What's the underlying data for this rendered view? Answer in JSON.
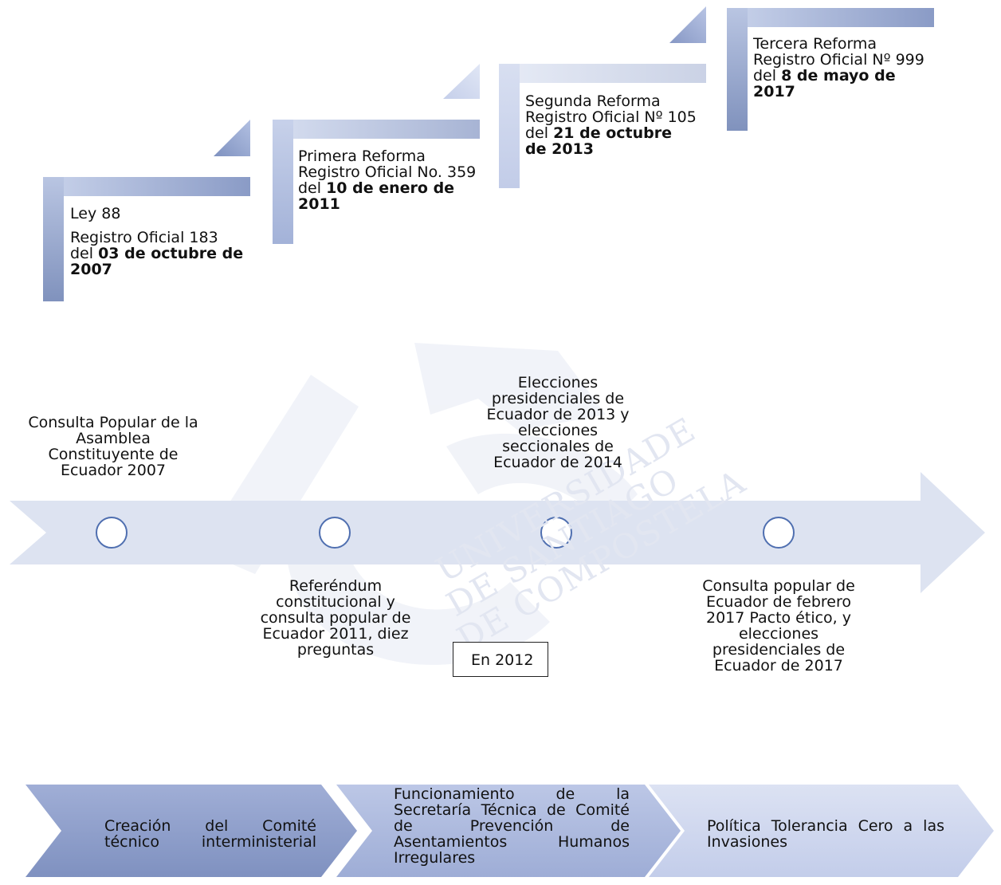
{
  "watermark": {
    "letters": "USC",
    "lines": [
      "UNIVERSIDADE",
      "DE SANTIAGO",
      "DE COMPOSTELA"
    ]
  },
  "staircase": [
    {
      "lines": [
        "Ley 88"
      ],
      "sub_prefix": "Registro Oficial 183 del ",
      "sub_bold": "03 de octubre de 2007"
    },
    {
      "prefix": "Primera Reforma Registro Oficial No. 359 del ",
      "bold": "10 de enero de 2011"
    },
    {
      "prefix": "Segunda Reforma Registro Oficial Nº 105 del ",
      "bold": "21 de octubre de 2013"
    },
    {
      "prefix": "Tercera Reforma Registro Oficial Nº 999 del ",
      "bold": "8 de mayo de 2017"
    }
  ],
  "timeline": {
    "above": [
      "Consulta Popular de la Asamblea Constituyente de Ecuador 2007",
      "Elecciones presidenciales de Ecuador de 2013 y elecciones seccionales de Ecuador de 2014"
    ],
    "below": [
      "Referéndum constitucional y consulta popular de Ecuador 2011, diez preguntas",
      "Consulta popular de Ecuador de febrero 2017 Pacto ético, y elecciones presidenciales de Ecuador de 2017"
    ],
    "boxed_label": "En 2012"
  },
  "chevrons": [
    "Creación del Comité técnico interministerial",
    "Funcionamiento de la Secretaría Técnica de Comité de Prevención de Asentamientos Humanos Irregulares",
    "Política Tolerancia Cero a las Invasiones"
  ],
  "colors": {
    "step_dark": "#8496c0",
    "step_light": "#bcc8e4",
    "arrow": "#dde3f1",
    "marker_stroke": "#4f6fb0",
    "chevron_1": "#8a9bc6",
    "chevron_2": "#aab8dc",
    "chevron_3": "#cbd4ec"
  }
}
